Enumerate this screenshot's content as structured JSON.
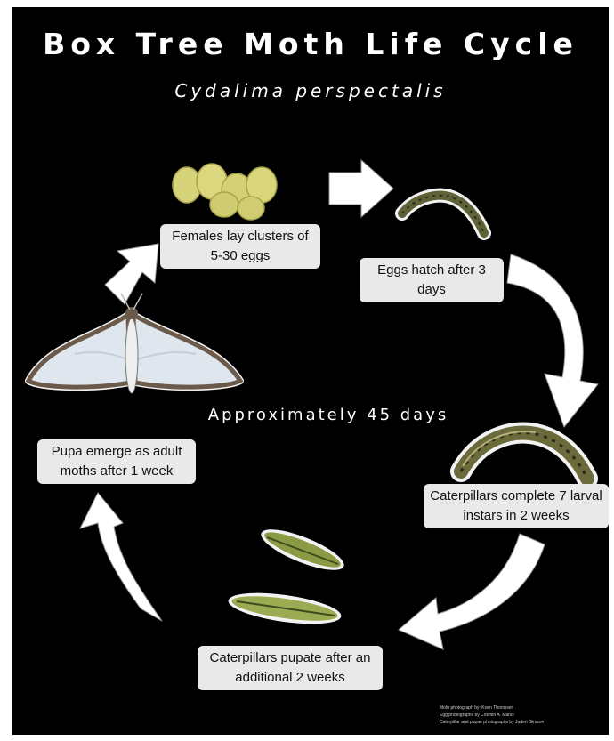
{
  "title": "Box Tree Moth Life Cycle",
  "subtitle": "Cydalima perspectalis",
  "center_text": "Approximately 45 days",
  "stages": [
    {
      "label": "Females lay clusters of 5-30 eggs"
    },
    {
      "label": "Eggs hatch after 3 days"
    },
    {
      "label": "Caterpillars complete 7 larval instars in 2 weeks"
    },
    {
      "label": "Caterpillars pupate after an additional 2 weeks"
    },
    {
      "label": "Pupa emerge as adult moths after 1 week"
    }
  ],
  "credits": [
    "Moth photograph by: Koen Thonissen",
    "Egg photographs by Cosmin A. Manci",
    "Caterpillar and pupae photographs by Jaden Gimson"
  ],
  "colors": {
    "background": "#000000",
    "arrow": "#ffffff",
    "label_bg": "#e9e9e9",
    "egg": "#d9d57a",
    "caterpillar": "#6b6a3a",
    "pupa": "#8a9a45",
    "moth_wing": "#dfe6ee",
    "moth_border": "#6b5a4a"
  },
  "icons": [
    "egg-cluster-icon",
    "small-caterpillar-icon",
    "large-caterpillar-icon",
    "pupa-icon",
    "moth-icon",
    "arrow-icon"
  ]
}
